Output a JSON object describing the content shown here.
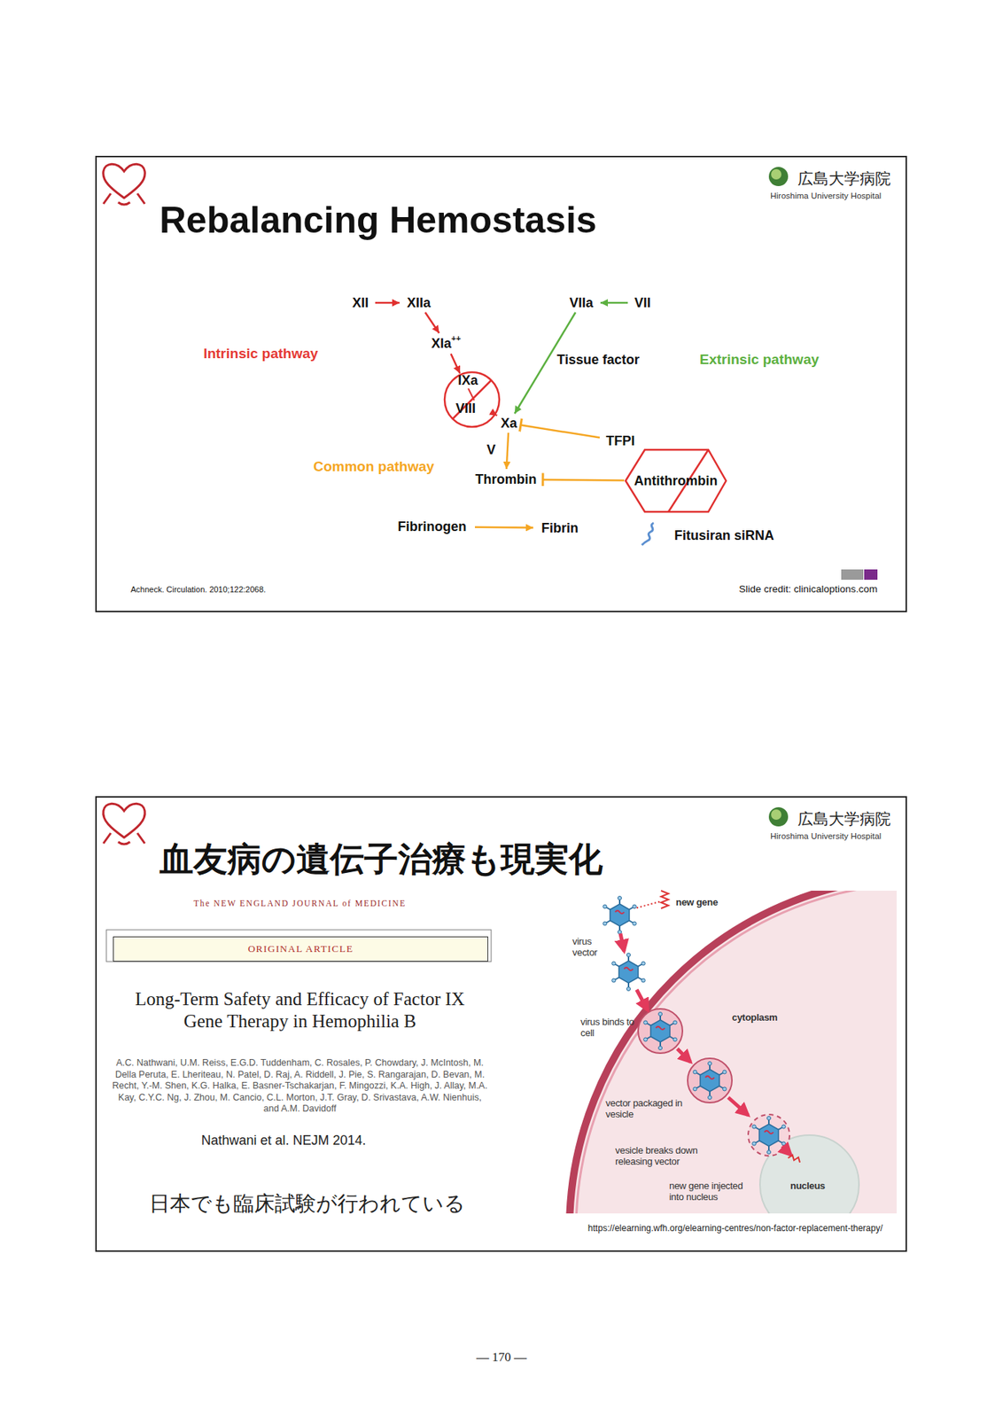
{
  "diagram": {
    "nodes": [
      {
        "text": [
          "Rebalancing Hemostasis",
          "広島大学病院",
          "Hiroshima University Hospital",
          "Achneck. Circulation. 2010;122:2068.",
          "Slide credit: clinicaloptions.com"
        ]
      },
      {
        "text": [
          "XII"
        ],
        "in": 0
      },
      {
        "text": [
          "XIIa"
        ],
        "in": 0
      },
      {
        "text": [
          "XIa",
          "++"
        ],
        "in": 0
      },
      {
        "text": [
          "IXa",
          "VIII"
        ],
        "in": 0
      },
      {
        "text": [
          "VIIa"
        ],
        "in": 0
      },
      {
        "text": [
          "VII"
        ],
        "in": 0
      },
      {
        "text": [
          "Xa"
        ],
        "in": 0
      },
      {
        "text": [
          "TFPI"
        ],
        "in": 0
      },
      {
        "text": [
          "Thrombin"
        ],
        "in": 0
      },
      {
        "text": [
          "Antithrombin"
        ],
        "in": 0
      },
      {
        "text": [
          "Fibrinogen"
        ],
        "in": 0
      },
      {
        "text": [
          "Fibrin"
        ],
        "in": 0
      },
      {
        "text": [
          "血友病の遺伝子治療も現実化",
          "広島大学病院",
          "Hiroshima University Hospital",
          "The NEW ENGLAND JOURNAL of MEDICINE",
          "Long-Term Safety and Efficacy of Factor IX Gene Therapy in Hemophilia B",
          "A.C. Nathwani, U.M. Reiss, E.G.D. Tuddenham, C. Rosales, P. Chowdary, J. McIntosh, M. Della Peruta, E. Lheriteau, N. Patel, D. Raj, A. Riddell, J. Pie, S. Rangarajan, D. Bevan, M. Recht, Y.-M. Shen, K.G. Halka, E. Basner-Tschakarjan, F. Mingozzi, K.A. High, J. Allay, M.A. Kay, C.Y.C. Ng, J. Zhou, M. Cancio, C.L. Morton, J.T. Gray, D. Srivastava, A.W. Nienhuis, and A.M. Davidoff",
          "Nathwani et al. NEJM 2014.",
          "日本でも臨床試験が行われている",
          "https://elearning.wfh.org/elearning-centres/non-factor-replacement-therapy/"
        ]
      },
      {
        "text": [
          "ORIGINAL ARTICLE"
        ],
        "in": 13
      }
    ],
    "edges": [
      {
        "from": 1,
        "to": 2,
        "arrow": "to"
      },
      {
        "from": 2,
        "to": 3,
        "arrow": "to"
      },
      {
        "from": 3,
        "to": 4,
        "arrow": "to"
      },
      {
        "from": 4,
        "to": 7,
        "arrow": "to"
      },
      {
        "from": 6,
        "to": 5,
        "arrow": "to"
      },
      {
        "from": 5,
        "to": 7,
        "label": "Tissue factor",
        "arrow": "to"
      },
      {
        "from": 8,
        "to": 7,
        "arrow": "to"
      },
      {
        "from": 7,
        "to": 9,
        "label": "V",
        "arrow": "to"
      },
      {
        "from": 10,
        "to": 9,
        "arrow": "to"
      },
      {
        "from": 11,
        "to": 12,
        "arrow": "to"
      }
    ],
    "labels": [
      "Intrinsic pathway",
      "Extrinsic pathway",
      "Common pathway",
      "Fitusiran siRNA",
      "new gene",
      "virus vector",
      "virus binds to cell",
      "cytoplasm",
      "vector packaged in vesicle",
      "vesicle breaks down releasing vector",
      "new gene injected into nucleus",
      "nucleus",
      "— 170 —"
    ]
  }
}
